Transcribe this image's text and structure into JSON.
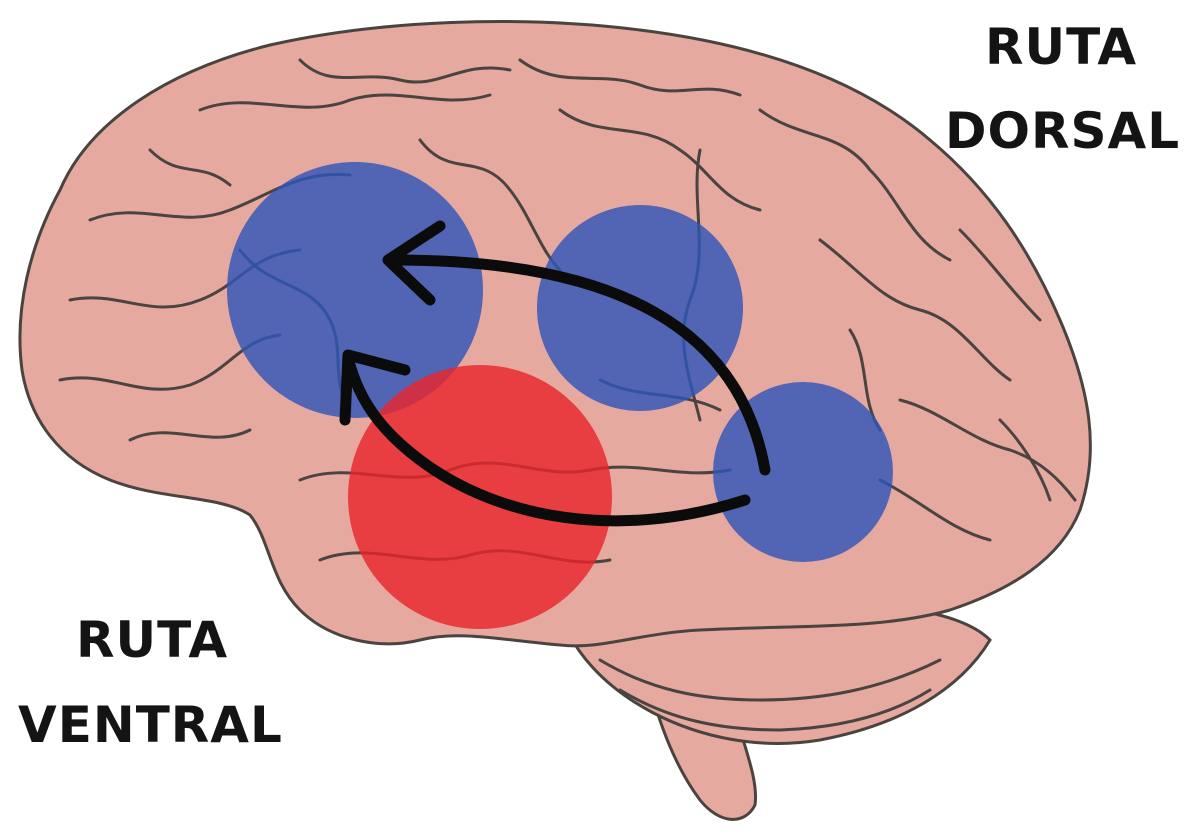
{
  "labels": {
    "dorsal": [
      "RUTA",
      "DORSAL"
    ],
    "ventral": [
      "RUTA",
      "VENTRAL"
    ]
  },
  "colors": {
    "brain_fill": "#e6a9a0",
    "brain_line": "#4a4440",
    "dorsal_region": "#2f56b8",
    "ventral_region": "#e8262c",
    "arrow": "#0b0b0b",
    "label_text": "#141414"
  },
  "regions": [
    {
      "name": "frontal-region",
      "pathway": "dorsal"
    },
    {
      "name": "parietal-region",
      "pathway": "dorsal"
    },
    {
      "name": "temporoparietal-region",
      "pathway": "dorsal"
    },
    {
      "name": "temporal-region",
      "pathway": "ventral"
    }
  ],
  "arrows": [
    {
      "name": "dorsal-arrow",
      "from": "temporoparietal-region",
      "to": "frontal-region"
    },
    {
      "name": "ventral-arrow",
      "from": "temporoparietal-region",
      "to": "frontal-region"
    }
  ]
}
